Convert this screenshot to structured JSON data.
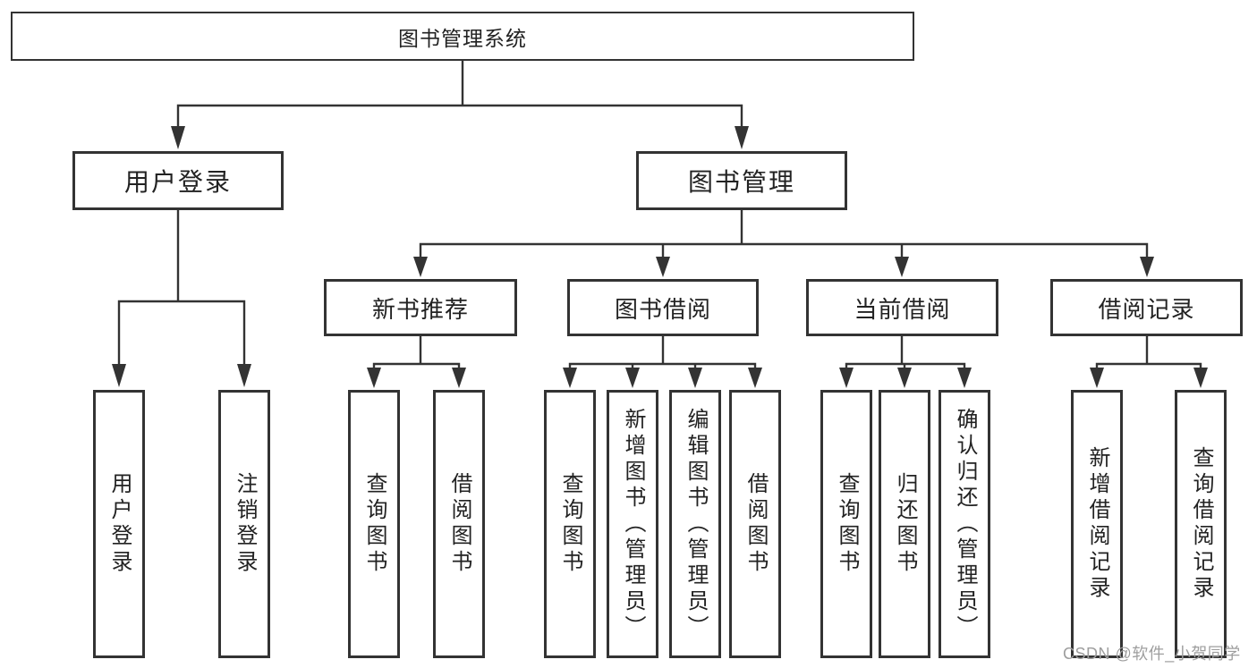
{
  "tree": {
    "root": "图书管理系统",
    "children": [
      {
        "label": "用户登录",
        "children": [
          {
            "label": "用户登录"
          },
          {
            "label": "注销登录"
          }
        ]
      },
      {
        "label": "图书管理",
        "children": [
          {
            "label": "新书推荐",
            "children": [
              {
                "label": "查询图书"
              },
              {
                "label": "借阅图书"
              }
            ]
          },
          {
            "label": "图书借阅",
            "children": [
              {
                "label": "查询图书"
              },
              {
                "label": "新增图书（管理员）"
              },
              {
                "label": "编辑图书（管理员）"
              },
              {
                "label": "借阅图书"
              }
            ]
          },
          {
            "label": "当前借阅",
            "children": [
              {
                "label": "查询图书"
              },
              {
                "label": "归还图书"
              },
              {
                "label": "确认归还（管理员）"
              }
            ]
          },
          {
            "label": "借阅记录",
            "children": [
              {
                "label": "新增借阅记录"
              },
              {
                "label": "查询借阅记录"
              }
            ]
          }
        ]
      }
    ]
  },
  "watermark": "CSDN @软件_小贺同学",
  "colors": {
    "line": "#333333",
    "text": "#222222",
    "watermark_text": "#9e9e9e",
    "background": "#ffffff"
  }
}
